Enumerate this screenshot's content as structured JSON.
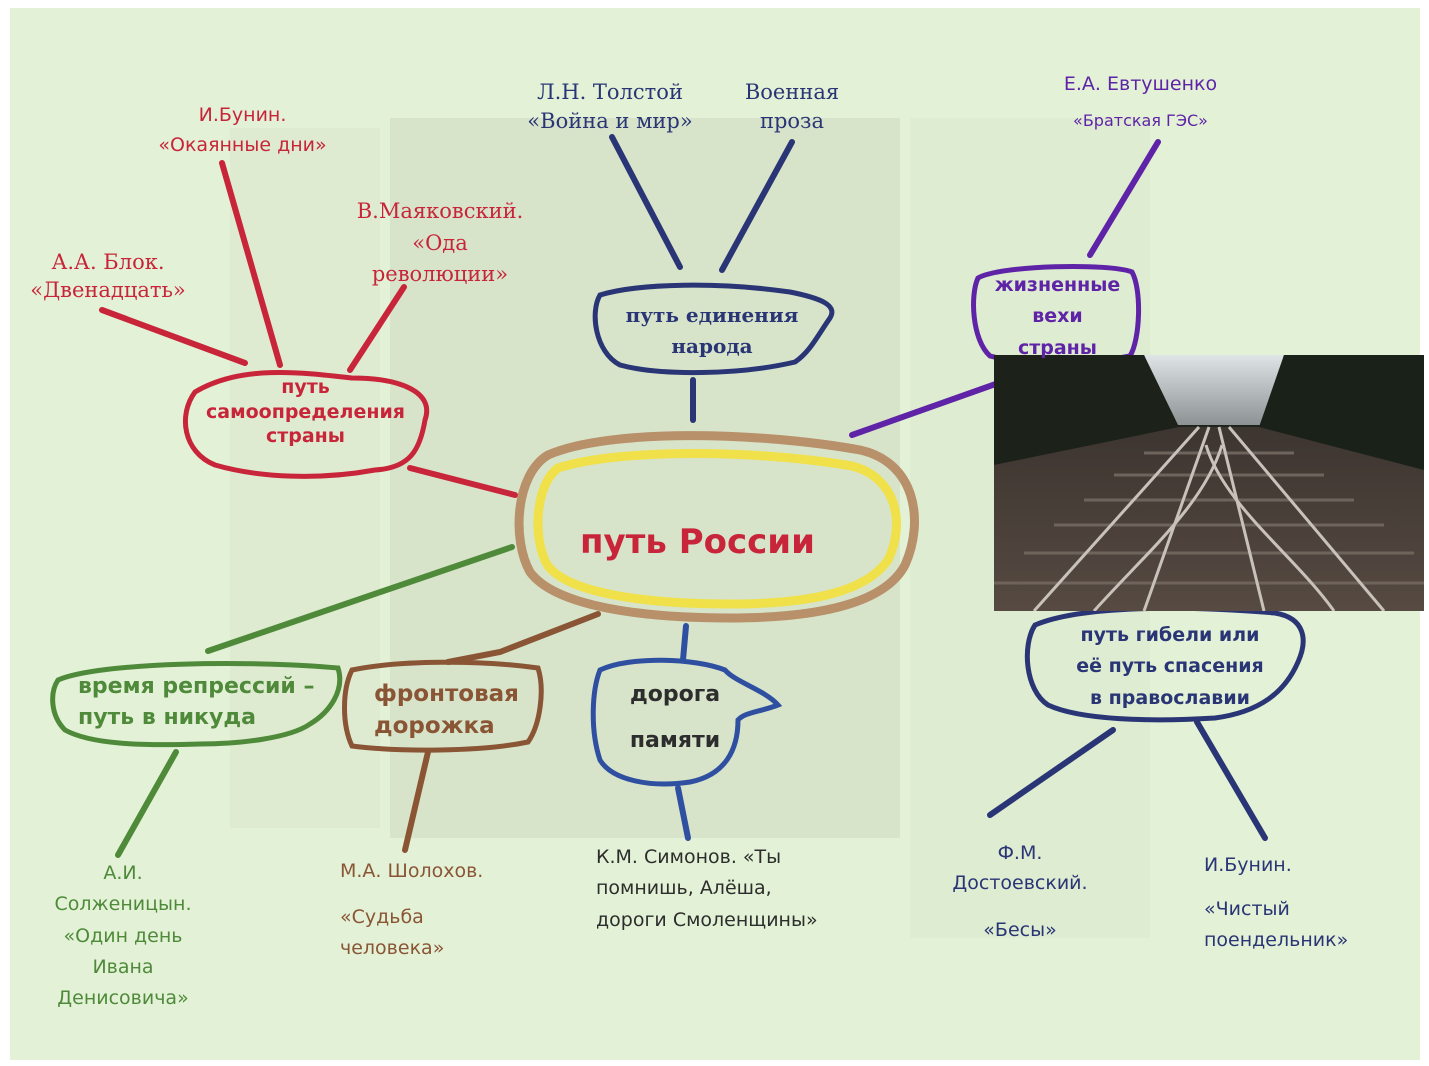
{
  "center": {
    "label": "путь России"
  },
  "hubs": {
    "self_determination": {
      "lines": [
        "путь",
        "самоопределения",
        "страны"
      ]
    },
    "unity": {
      "lines": [
        "путь единения",
        "народа"
      ]
    },
    "milestones": {
      "lines": [
        "жизненные",
        "вехи",
        "страны"
      ]
    },
    "ruin": {
      "lines": [
        "путь гибели или",
        "её путь спасения",
        "в православии"
      ]
    },
    "memory": {
      "lines": [
        "дорога",
        "памяти"
      ]
    },
    "front": {
      "lines": [
        "фронтовая",
        "дорожка"
      ]
    },
    "repressions": {
      "lines": [
        "время репрессий –",
        "путь в никуда"
      ]
    }
  },
  "works": {
    "bunin1": {
      "author": "И.Бунин.",
      "title": "«Окаянные дни»"
    },
    "blok": {
      "author": "А.А. Блок.",
      "title": "«Двенадцать»"
    },
    "mayakovsky": {
      "author": "В.Маяковский.",
      "title_1": "«Ода",
      "title_2": "революции»"
    },
    "tolstoy": {
      "author": "Л.Н. Толстой",
      "title": "«Война и мир»"
    },
    "war_prose": {
      "line_1": "Военная",
      "line_2": "проза"
    },
    "evtushenko": {
      "author": "Е.А. Евтушенко",
      "title": "«Братская ГЭС»"
    },
    "dostoevsky": {
      "author_1": "Ф.М.",
      "author_2": "Достоевский.",
      "title": "«Бесы»"
    },
    "bunin2": {
      "author": "И.Бунин.",
      "title_1": "«Чистый",
      "title_2": "поендельник»"
    },
    "simonov": {
      "line_1": "К.М. Симонов.  «Ты",
      "line_2": "помнишь, Алёша,",
      "line_3": "дороги Смоленщины»"
    },
    "sholokhov": {
      "author": "М.А. Шолохов.",
      "title_1": "«Судьба",
      "title_2": "человека»"
    },
    "solzhenitsyn": {
      "line_1": "А.И.",
      "line_2": "Солженицын.",
      "line_3": "«Один день",
      "line_4": "Ивана",
      "line_5": "Денисовича»"
    }
  },
  "colors": {
    "red": "#c8253a",
    "navy": "#2a3576",
    "purple": "#5f23a8",
    "green": "#4f8a3a",
    "brown": "#8a5535",
    "blue": "#2f4fa0",
    "gold": "#f0e14a",
    "tan": "#b8906a",
    "dark_text": "#2d2d2d"
  }
}
